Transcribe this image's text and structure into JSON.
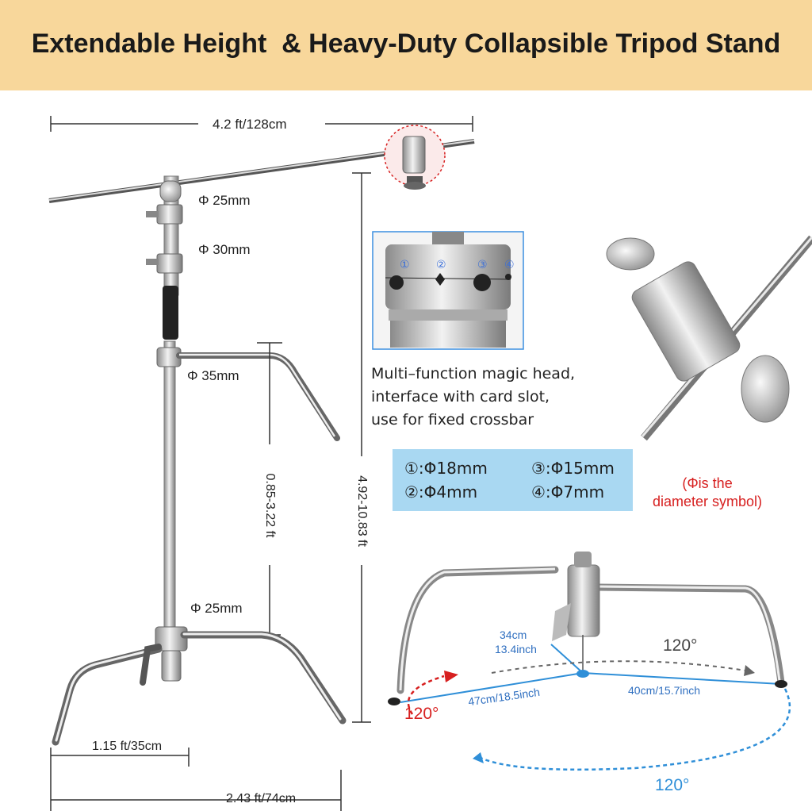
{
  "header": {
    "title": "Extendable Height  & Heavy-Duty Collapsible Tripod Stand"
  },
  "stand": {
    "arm_length": "4.2 ft/128cm",
    "tube_top": "Φ 25mm",
    "tube_mid": "Φ 30mm",
    "tube_low": "Φ 35mm",
    "tube_base": "Φ 25mm",
    "riser_range": "0.85-3.22 ft",
    "height_range": "4.92-10.83 ft",
    "leg_width": "1.15 ft/35cm",
    "base_width": "2.43 ft/74cm"
  },
  "magic_head": {
    "description_lines": [
      "Multi–function magic head,",
      "interface with card slot,",
      "use for fixed crossbar"
    ],
    "slot_markers": [
      "①",
      "②",
      "③",
      "④"
    ],
    "specs": [
      {
        "label": "①:Φ18mm"
      },
      {
        "label": "③:Φ15mm"
      },
      {
        "label": "②:Φ4mm"
      },
      {
        "label": "④:Φ7mm"
      }
    ],
    "note_line1": "(Φis the",
    "note_line2": "diameter symbol)"
  },
  "base_detail": {
    "height": "34cm",
    "height_in": "13.4inch",
    "leg_a": "47cm/18.5inch",
    "leg_b": "40cm/15.7inch",
    "angle_right": "120°",
    "angle_left": "120°",
    "angle_bottom": "120°"
  },
  "colors": {
    "banner": "#f8d79b",
    "accent_blue": "#2f8fd8",
    "accent_red": "#d72020",
    "spec_bg": "#a9d8f2"
  }
}
